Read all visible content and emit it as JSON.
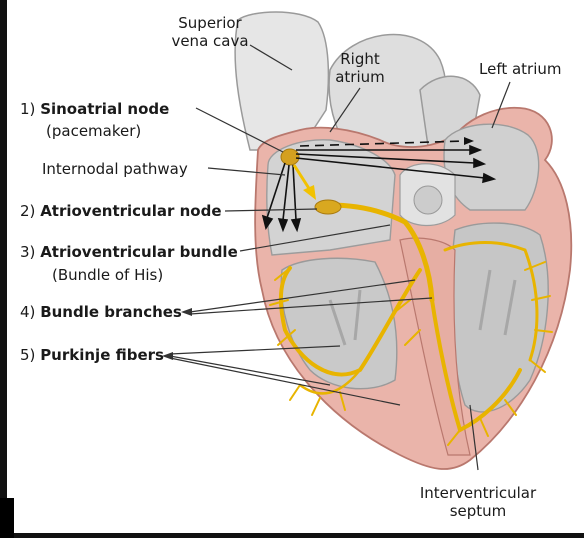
{
  "labels": {
    "superior_vena_cava": [
      "Superior",
      "vena cava"
    ],
    "right_atrium": [
      "Right",
      "atrium"
    ],
    "left_atrium": "Left atrium",
    "sa_node": {
      "number": "1)",
      "name": "Sinoatrial node",
      "sub": "(pacemaker)"
    },
    "internodal": "Internodal pathway",
    "av_node": {
      "number": "2)",
      "name": "Atrioventricular node"
    },
    "av_bundle": {
      "number": "3)",
      "name": "Atrioventricular bundle",
      "sub": "(Bundle of His)"
    },
    "bundle_branches": {
      "number": "4)",
      "name": "Bundle branches"
    },
    "purkinje": {
      "number": "5)",
      "name": "Purkinje fibers"
    },
    "septum": [
      "Interventricular",
      "septum"
    ]
  },
  "colors": {
    "myocardium": "#eab4aa",
    "myocardium_edge": "#c98a80",
    "chamber": "#cfcfcf",
    "vessel": "#e4e4e4",
    "conduction": "#e8b400",
    "node": "#d4a020",
    "signal_arrow": "#f2c200"
  }
}
